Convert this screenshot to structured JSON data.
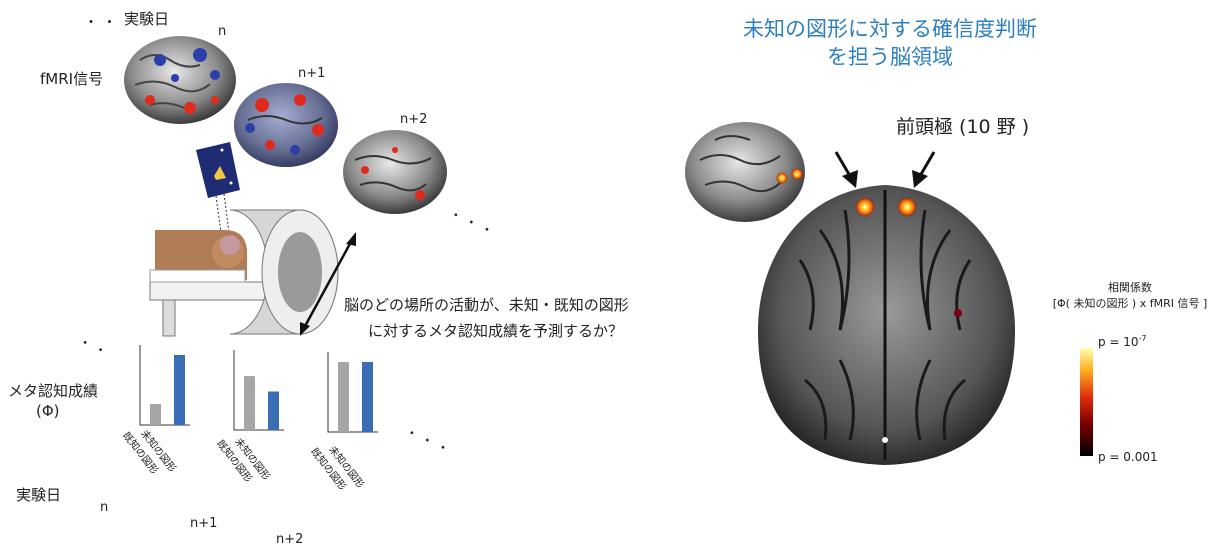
{
  "left": {
    "dots_top": "・ ・",
    "experiment_day_top": "実験日",
    "day_labels_top": [
      "n",
      "n+1",
      "n+2"
    ],
    "fmri_label": "fMRI信号",
    "dots_right": "・ ・ ・",
    "question_line1": "脳のどの場所の活動が、未知・既知の図形",
    "question_line2": "に対するメタ認知成績を予測するか？",
    "dots_left_mid": "・ ・",
    "metacog_label_line1": "メタ認知成績",
    "metacog_label_line2": "(Φ)",
    "dots_bars_right": "・ ・ ・",
    "experiment_day_bottom": "実験日",
    "day_labels_bottom": [
      "n",
      "n+1",
      "n+2"
    ],
    "bar_category_known": "既知の図形",
    "bar_category_unknown": "未知の図形",
    "bar_charts": [
      {
        "known": 0.3,
        "unknown": 1.0
      },
      {
        "known": 0.77,
        "unknown": 0.55
      },
      {
        "known": 1.0,
        "unknown": 1.0
      }
    ],
    "colors": {
      "known_bar": "#a6a6a6",
      "unknown_bar": "#3a6db5"
    }
  },
  "right": {
    "title_line1": "未知の図形に対する確信度判断",
    "title_line2": "を担う脳領域",
    "frontal_pole_label": "前頭極 (10 野 )",
    "colorbar_title_line1": "相関係数",
    "colorbar_title_line2": "[Φ( 未知の図形 ) x fMRI 信号 ]",
    "p_top": "p = 10",
    "p_top_exp": "-7",
    "p_bottom": "p = 0.001",
    "title_color": "#2e7fc1"
  }
}
